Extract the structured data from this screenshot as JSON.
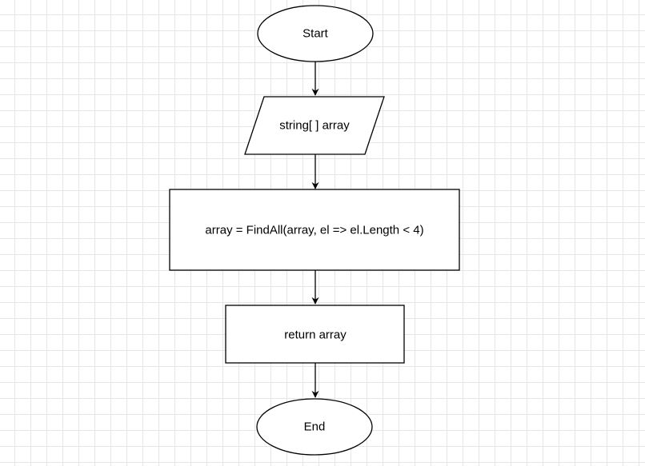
{
  "diagram": {
    "type": "flowchart",
    "nodes": [
      {
        "id": "start",
        "shape": "ellipse",
        "label": "Start"
      },
      {
        "id": "input",
        "shape": "parallelogram",
        "label": "string[ ] array"
      },
      {
        "id": "process",
        "shape": "rectangle",
        "label": "array = FindAll(array, el => el.Length < 4)"
      },
      {
        "id": "return",
        "shape": "rectangle",
        "label": "return array"
      },
      {
        "id": "end",
        "shape": "ellipse",
        "label": "End"
      }
    ],
    "edges": [
      {
        "from": "start",
        "to": "input"
      },
      {
        "from": "input",
        "to": "process"
      },
      {
        "from": "process",
        "to": "return"
      },
      {
        "from": "return",
        "to": "end"
      }
    ]
  },
  "colors": {
    "stroke": "#000000",
    "fill": "#ffffff",
    "grid": "#e6e6e6"
  }
}
